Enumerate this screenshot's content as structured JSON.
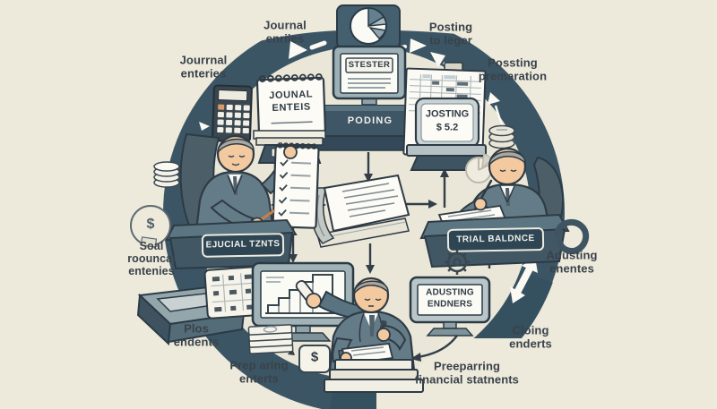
{
  "colors": {
    "background": "#EDE9DB",
    "ring": "#3B5564",
    "ink": "#2F3B44",
    "label_text": "#39424A",
    "plaque": "#2E4553",
    "plaque_text": "#F2F1EA",
    "suit": "#647B88",
    "skin": "#F3C9A0",
    "hair": "#A6A7A2",
    "screen": "#FBFBF6",
    "accent_orange": "#D89A66"
  },
  "labels": {
    "journal_enteries": "Jourrnal\nenteries",
    "journal_enriies": "Journal\nenriies",
    "posting_to_leger": "Posting\nto leger",
    "possting_premaration": "Possting\npremaration",
    "soal_roouncal_entenies": "Soal\nroouncal\nentenies",
    "adusting_enentes": "Adusting\nenentes",
    "plos_endents": "Plos\nendents",
    "prep_aring_enterts": "Prep aring\nenterts",
    "preeparring_financial": "Preeparring\nfinancial statnents",
    "cloing_enderts": "Cloing\nenderts"
  },
  "stations": {
    "notepad_board": "JOUNAL\nENTEIS",
    "top_monitor_screen": "STESTER",
    "top_monitor_plaque": "PODING",
    "ledger_sign": "JOSTING\n$ 5.2",
    "left_desk_plaque": "EJUCIAL TZNTS",
    "right_desk_plaque": "TRIAL BALDNCE",
    "adjusting_monitor": "ADUSTING\nENDNERS",
    "money_tag": "$",
    "money_badge": "$"
  },
  "icons": {
    "pie_chart_icon": "pie",
    "calculator_icon": "keypad",
    "ledger_book_icon": "book",
    "spreadsheet_icon": "table",
    "coins_icon": "coin-stack",
    "plates_icon": "disc-stack",
    "gear_icon": "cog",
    "pie_sketch_icon": "pie-outline",
    "bar_chart_icon": "step-bars",
    "cash_stack_icon": "bills",
    "dollar_icon": "$",
    "cycle_ring_icon": "circular-band",
    "arrow_icon": "→"
  }
}
